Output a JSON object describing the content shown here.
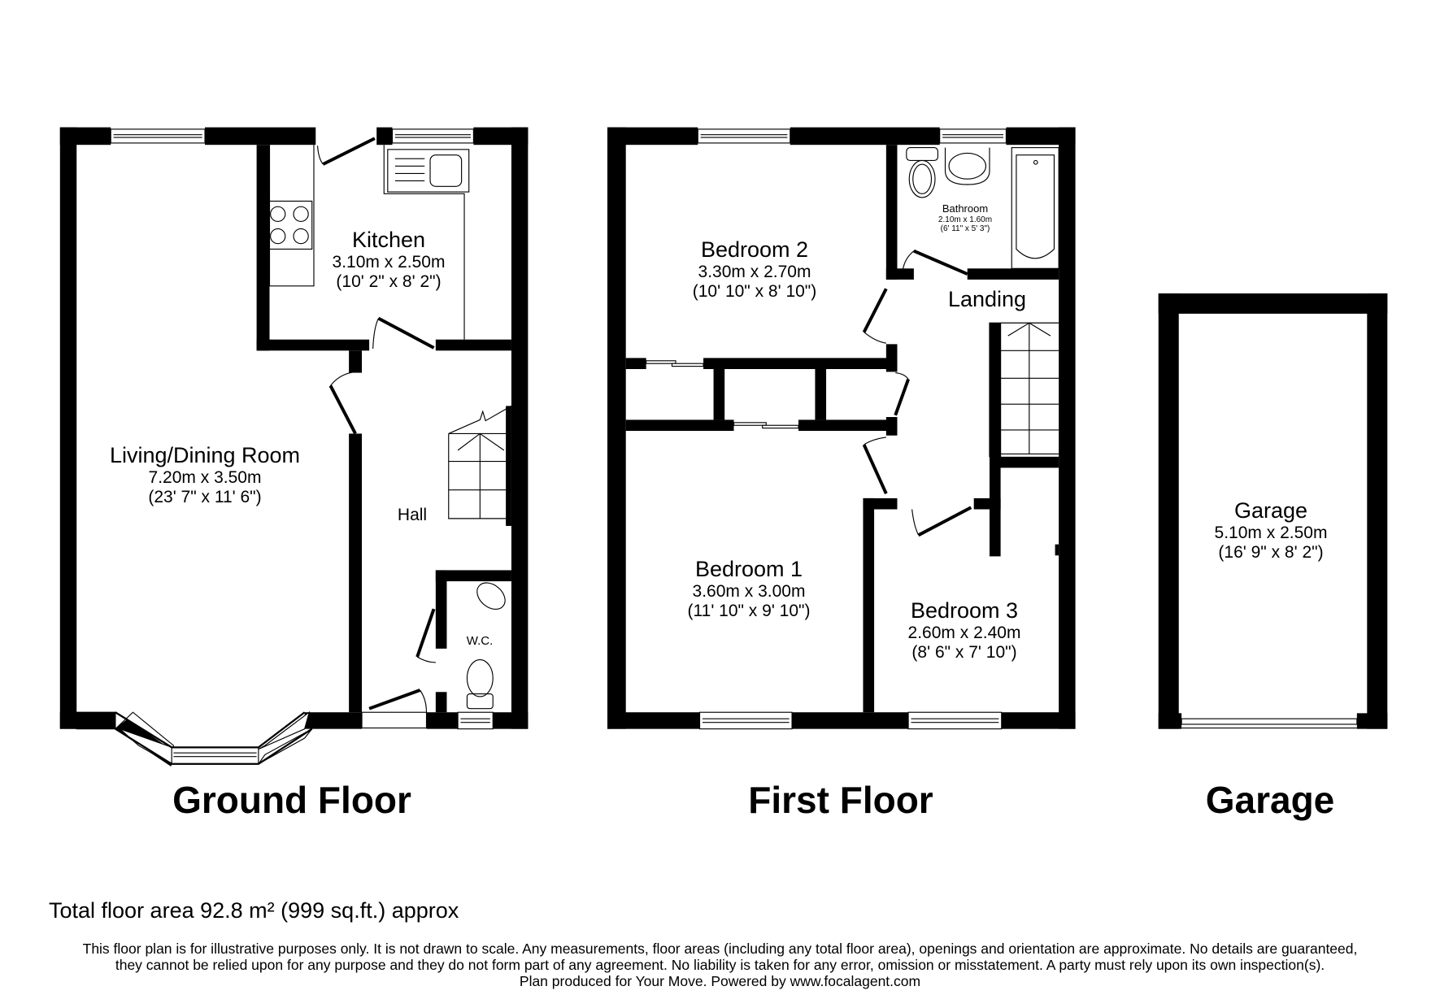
{
  "floors": [
    {
      "title": "Ground Floor",
      "rooms": [
        {
          "name": "Kitchen",
          "metric": "3.10m x 2.50m",
          "imperial": "(10' 2\" x 8' 2\")"
        },
        {
          "name": "Living/Dining Room",
          "metric": "7.20m x 3.50m",
          "imperial": "(23' 7\" x 11' 6\")"
        },
        {
          "name": "Hall"
        },
        {
          "name": "W.C."
        }
      ]
    },
    {
      "title": "First Floor",
      "rooms": [
        {
          "name": "Bedroom 2",
          "metric": "3.30m x 2.70m",
          "imperial": "(10' 10\" x 8' 10\")"
        },
        {
          "name": "Bathroom",
          "metric": "2.10m x 1.60m",
          "imperial": "(6' 11\" x 5' 3\")"
        },
        {
          "name": "Landing"
        },
        {
          "name": "Bedroom 1",
          "metric": "3.60m x 3.00m",
          "imperial": "(11' 10\" x 9' 10\")"
        },
        {
          "name": "Bedroom 3",
          "metric": "2.60m x 2.40m",
          "imperial": "(8' 6\" x 7' 10\")"
        }
      ]
    },
    {
      "title": "Garage",
      "rooms": [
        {
          "name": "Garage",
          "metric": "5.10m x 2.50m",
          "imperial": "(16' 9\" x 8' 2\")"
        }
      ]
    }
  ],
  "total_area": "Total floor area 92.8 m² (999 sq.ft.) approx",
  "disclaimer": [
    "This floor plan is for illustrative purposes only. It is not drawn to scale. Any measurements, floor areas (including any total floor area), openings and orientation are approximate. No details are guaranteed,",
    "they cannot be relied upon for any purpose and they do not form part of any agreement. No liability is taken for any error, omission or misstatement. A party must rely upon its own inspection(s).",
    "Plan produced for Your Move. Powered by www.focalagent.com"
  ],
  "colors": {
    "wall": "#000000",
    "background": "#ffffff"
  }
}
